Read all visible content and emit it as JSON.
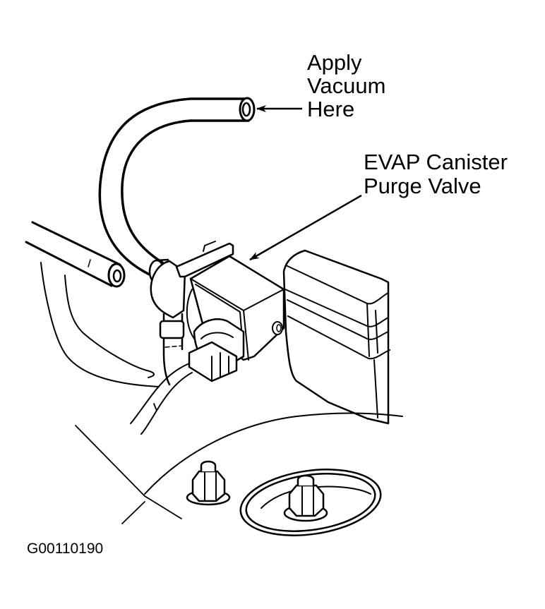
{
  "diagram": {
    "labels": {
      "apply_vacuum": [
        "Apply",
        "Vacuum",
        "Here"
      ],
      "purge_valve": [
        "EVAP Canister",
        "Purge Valve"
      ],
      "figure_id": "G00110190"
    },
    "components": [
      "vacuum-hose",
      "evap-canister-purge-valve",
      "electrical-connector",
      "evap-canister",
      "side-hose",
      "mounting-nut-left",
      "mounting-nut-right",
      "strut-tower-seal"
    ],
    "colors": {
      "ink": "#000000",
      "background": "#ffffff"
    }
  }
}
